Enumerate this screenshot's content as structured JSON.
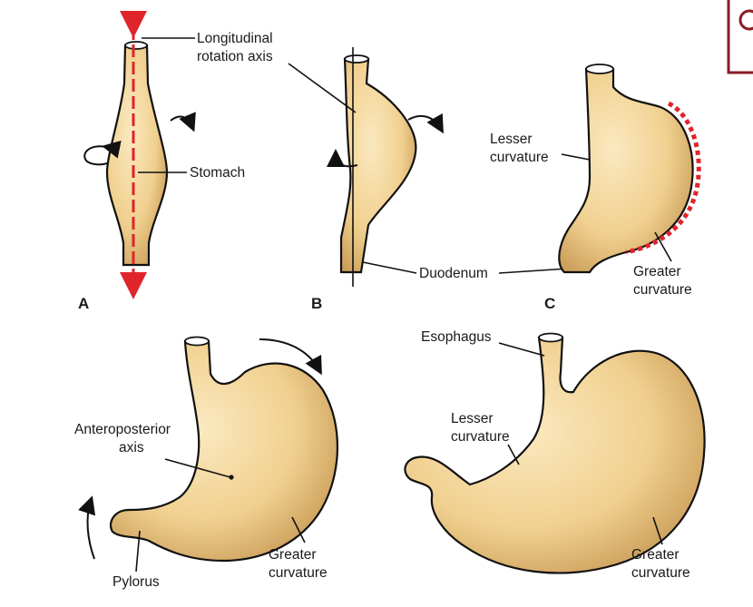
{
  "labels": {
    "longitudinal_axis": [
      "Longitudinal",
      "rotation axis"
    ],
    "stomach": "Stomach",
    "duodenum": "Duodenum",
    "lesser_curvature_c": [
      "Lesser",
      "curvature"
    ],
    "greater_curvature_c": [
      "Greater",
      "curvature"
    ],
    "anteroposterior_axis": [
      "Anteroposterior",
      "axis"
    ],
    "greater_curvature_d": [
      "Greater",
      "curvature"
    ],
    "pylorus": "Pylorus",
    "esophagus": "Esophagus",
    "lesser_curvature_e": [
      "Lesser",
      "curvature"
    ],
    "greater_curvature_e": [
      "Greater",
      "curvature"
    ]
  },
  "panels": [
    "A",
    "B",
    "C"
  ],
  "colors": {
    "stomach_fill": "#f3d79a",
    "stomach_shade": "#c89a55",
    "annotation_red": "#e0242c",
    "corner_badge": "#8a1c2a"
  }
}
